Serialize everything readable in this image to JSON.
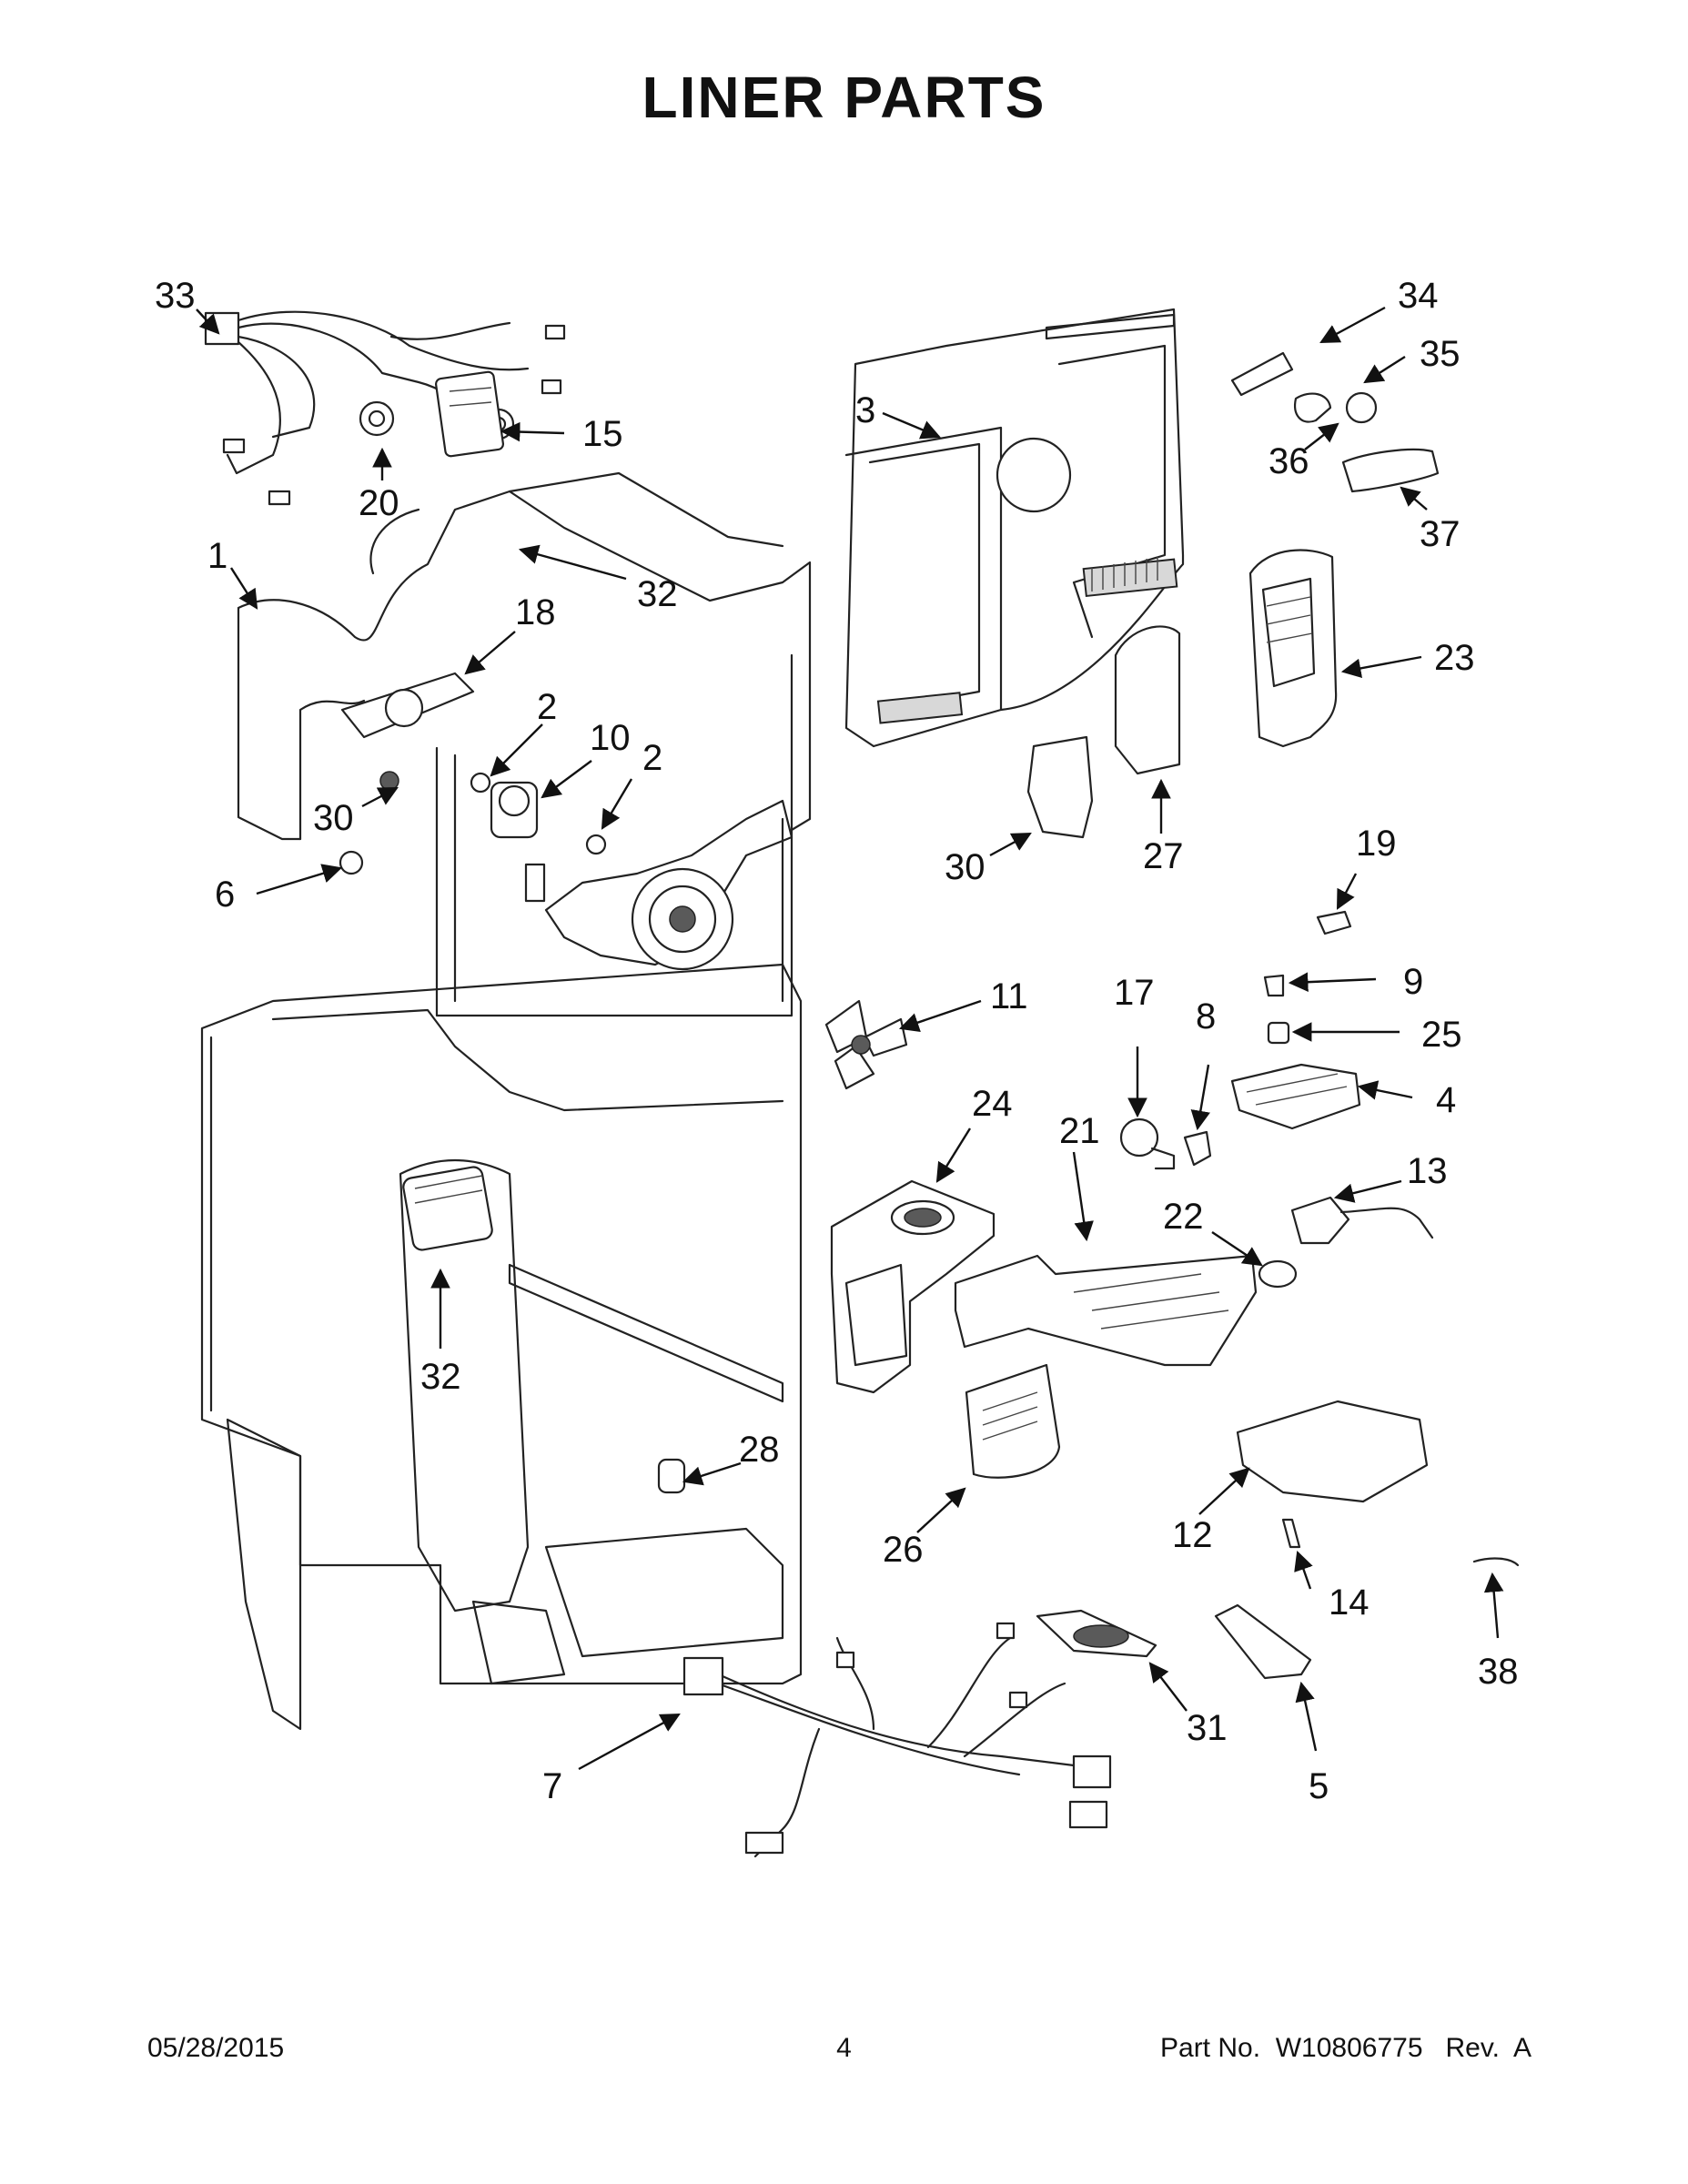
{
  "title": "LINER PARTS",
  "callouts": [
    {
      "num": "33"
    },
    {
      "num": "15"
    },
    {
      "num": "20"
    },
    {
      "num": "1"
    },
    {
      "num": "32"
    },
    {
      "num": "18"
    },
    {
      "num": "2"
    },
    {
      "num": "10"
    },
    {
      "num": "2"
    },
    {
      "num": "30"
    },
    {
      "num": "6"
    },
    {
      "num": "3"
    },
    {
      "num": "34"
    },
    {
      "num": "35"
    },
    {
      "num": "36"
    },
    {
      "num": "37"
    },
    {
      "num": "23"
    },
    {
      "num": "30"
    },
    {
      "num": "27"
    },
    {
      "num": "19"
    },
    {
      "num": "9"
    },
    {
      "num": "25"
    },
    {
      "num": "4"
    },
    {
      "num": "11"
    },
    {
      "num": "17"
    },
    {
      "num": "8"
    },
    {
      "num": "24"
    },
    {
      "num": "21"
    },
    {
      "num": "13"
    },
    {
      "num": "22"
    },
    {
      "num": "32"
    },
    {
      "num": "28"
    },
    {
      "num": "26"
    },
    {
      "num": "12"
    },
    {
      "num": "14"
    },
    {
      "num": "38"
    },
    {
      "num": "31"
    },
    {
      "num": "5"
    },
    {
      "num": "7"
    }
  ],
  "footer": {
    "date": "05/28/2015",
    "page": "4",
    "part_no": "Part No.  W10806775   Rev.  A"
  }
}
